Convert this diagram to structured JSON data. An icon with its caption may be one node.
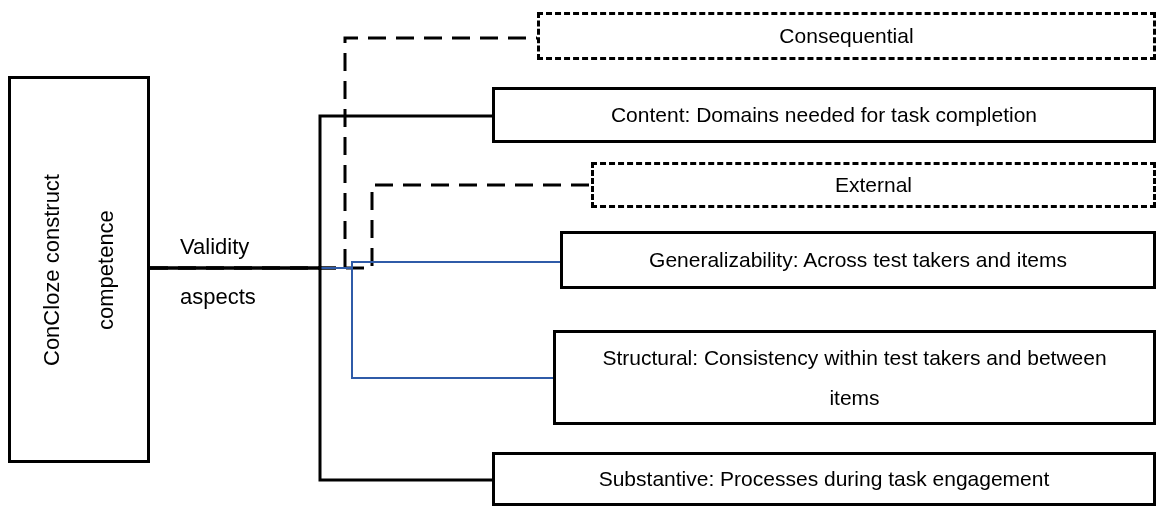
{
  "diagram": {
    "nodes": [
      {
        "text": [
          "ConCloze construct competence"
        ]
      },
      {
        "text": [
          "Consequential"
        ]
      },
      {
        "text": [
          "Content: Domains needed for task completion"
        ]
      },
      {
        "text": [
          "External"
        ]
      },
      {
        "text": [
          "Generalizability: Across test takers and items"
        ]
      },
      {
        "text": [
          "Structural: Consistency within test takers and between items"
        ]
      },
      {
        "text": [
          "Substantive: Processes during task engagement"
        ]
      }
    ],
    "edges": [
      {
        "from": 0,
        "to": 1,
        "arrow": "none",
        "style": "dashed"
      },
      {
        "from": 0,
        "to": 2,
        "arrow": "none"
      },
      {
        "from": 0,
        "to": 3,
        "arrow": "none",
        "style": "dashed"
      },
      {
        "from": 0,
        "to": 4,
        "arrow": "none",
        "color": "#2f5ba8"
      },
      {
        "from": 0,
        "to": 5,
        "arrow": "none",
        "color": "#2f5ba8"
      },
      {
        "from": 0,
        "to": 6,
        "arrow": "none"
      }
    ],
    "labels": [
      "Validity aspects"
    ]
  }
}
